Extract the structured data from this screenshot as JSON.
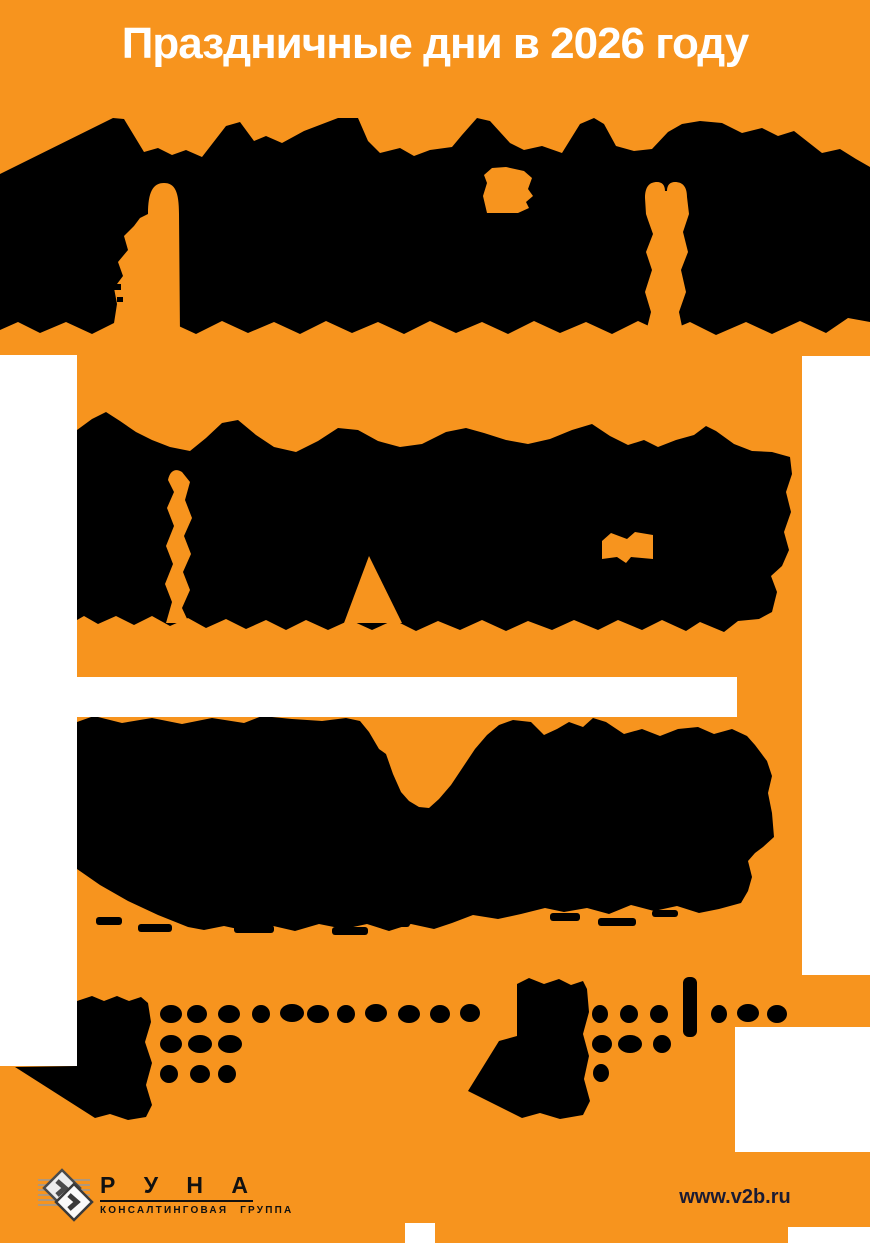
{
  "title": "Праздничные дни в 2026 году",
  "branding": {
    "logo_name": "Р У Н А",
    "logo_subtitle": "КОНСАЛТИНГОВАЯ ГРУППА",
    "website": "www.v2b.ru"
  },
  "colors": {
    "background": "#F7941E",
    "redaction": "#000000",
    "title-text": "#FFFFFF",
    "panel": "#FFFFFF",
    "website-text": "#1B1B33",
    "logo-text": "#111111"
  }
}
